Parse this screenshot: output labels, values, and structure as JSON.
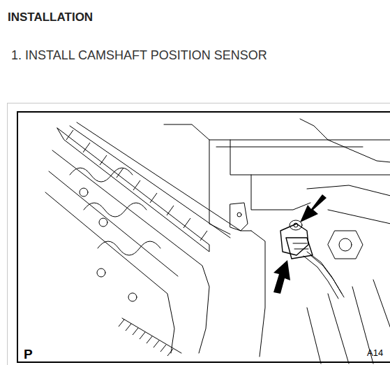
{
  "diagram": {
    "title": "INSTALLATION",
    "labels": [
      "1. INSTALL CAMSHAFT POSITION SENSOR",
      "P",
      "A14"
    ]
  }
}
